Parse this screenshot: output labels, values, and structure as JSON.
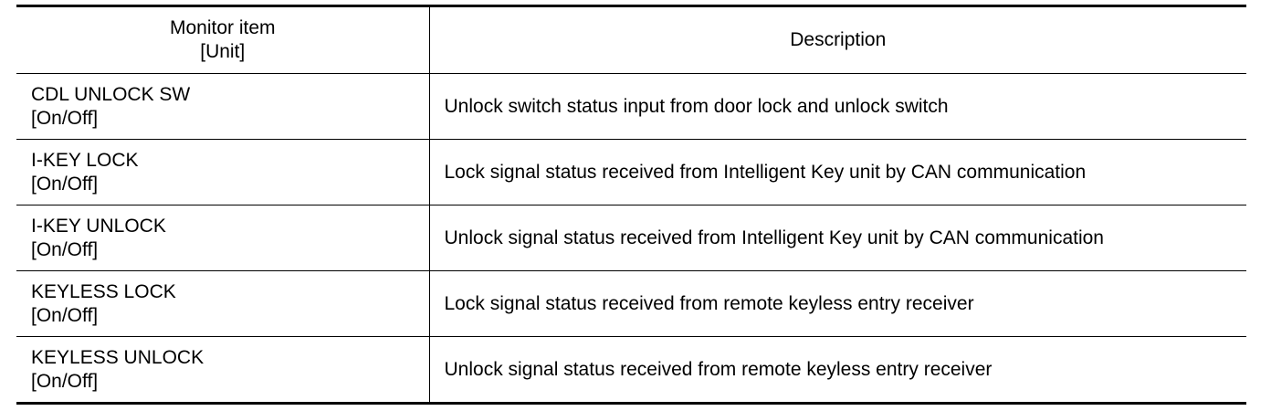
{
  "table": {
    "header": {
      "item_line1": "Monitor item",
      "item_line2": "[Unit]",
      "description": "Description"
    },
    "rows": [
      {
        "item": "CDL UNLOCK SW",
        "unit": "[On/Off]",
        "description": "Unlock switch status input from door lock and unlock switch"
      },
      {
        "item": "I-KEY LOCK",
        "unit": "[On/Off]",
        "description": "Lock signal status received from Intelligent Key unit by CAN communication"
      },
      {
        "item": "I-KEY UNLOCK",
        "unit": "[On/Off]",
        "description": "Unlock signal status received from Intelligent Key unit by CAN communication"
      },
      {
        "item": "KEYLESS LOCK",
        "unit": "[On/Off]",
        "description": "Lock signal status received from remote keyless entry receiver"
      },
      {
        "item": "KEYLESS UNLOCK",
        "unit": "[On/Off]",
        "description": "Unlock signal status received from remote keyless entry receiver"
      }
    ]
  }
}
